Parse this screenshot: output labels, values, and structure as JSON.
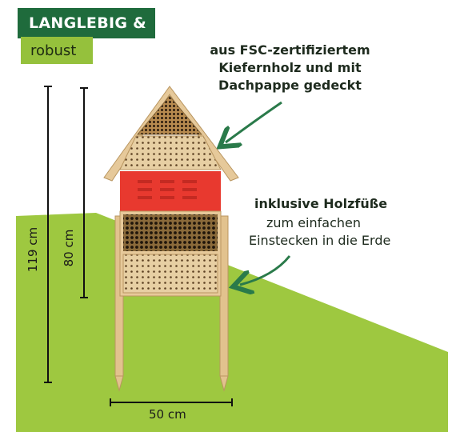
{
  "badge": {
    "title": "LANGLEBIG &",
    "subtitle": "robust"
  },
  "callouts": {
    "material": {
      "line1": "aus FSC-zertifiziertem",
      "line2": "Kiefernholz und mit",
      "line3": "Dachpappe gedeckt"
    },
    "feet": {
      "title": "inklusive Holzfüße",
      "line2": "zum einfachen",
      "line3": "Einstecken in die Erde"
    }
  },
  "dimensions": {
    "total_height": "119 cm",
    "body_height": "80 cm",
    "width": "50 cm"
  },
  "colors": {
    "green_dark": "#1f6b3c",
    "green_light": "#95c13c",
    "arrow": "#2a7a4a",
    "red_panel": "#e8392f",
    "wood": "#e6c99a"
  }
}
